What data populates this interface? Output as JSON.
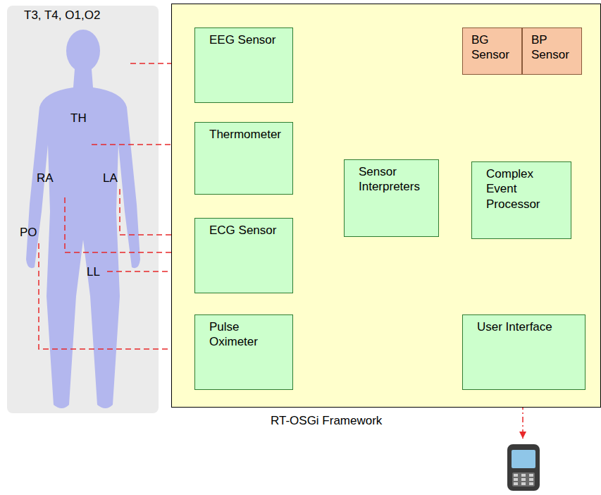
{
  "diagram": {
    "nodes": [
      {
        "text": [
          "RT-OSGi Framework"
        ]
      },
      {
        "text": [
          "EEG Sensor"
        ],
        "in": 0
      },
      {
        "text": [
          "Thermometer"
        ],
        "in": 0
      },
      {
        "text": [
          "ECG Sensor"
        ],
        "in": 0
      },
      {
        "text": [
          "Pulse Oximeter"
        ],
        "in": 0
      },
      {
        "text": [
          "Sensor Interpreters"
        ],
        "in": 0
      },
      {
        "text": [
          "BG Sensor"
        ],
        "in": 0
      },
      {
        "text": [
          "BP Sensor"
        ],
        "in": 0
      },
      {
        "text": [
          "Complex Event Processor"
        ],
        "in": 0
      },
      {
        "text": [
          "User Interface"
        ],
        "in": 0
      }
    ],
    "edges": [
      {
        "from": 1,
        "to": 5,
        "arrow": "to"
      },
      {
        "from": 2,
        "to": 5,
        "arrow": "to"
      },
      {
        "from": 3,
        "to": 5,
        "arrow": "to"
      },
      {
        "from": 4,
        "to": 5,
        "arrow": "to"
      },
      {
        "from": 5,
        "to": 8,
        "arrow": "to"
      },
      {
        "from": 8,
        "to": 6,
        "arrow": "to"
      },
      {
        "from": 8,
        "to": 7,
        "arrow": "to"
      },
      {
        "from": 8,
        "to": 9,
        "arrow": "to"
      }
    ],
    "labels": [
      "T3, T4, O1,O2",
      "TH",
      "RA",
      "LA",
      "PO",
      "LL"
    ]
  }
}
